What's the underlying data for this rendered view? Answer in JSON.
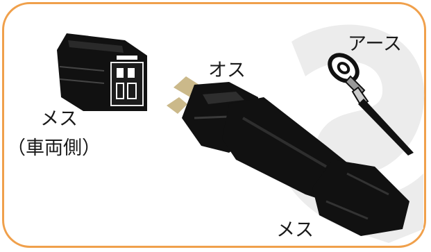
{
  "labels": {
    "female_vehicle_line1": "メス",
    "female_vehicle_line2": "（車両側）",
    "male": "オス",
    "ground": "アース",
    "female_bottom": "メス"
  },
  "colors": {
    "frame_border": "#f0a04b",
    "connector_body": "#111111",
    "pin_color": "#cbb98a",
    "watermark": "#e6e6e6"
  }
}
